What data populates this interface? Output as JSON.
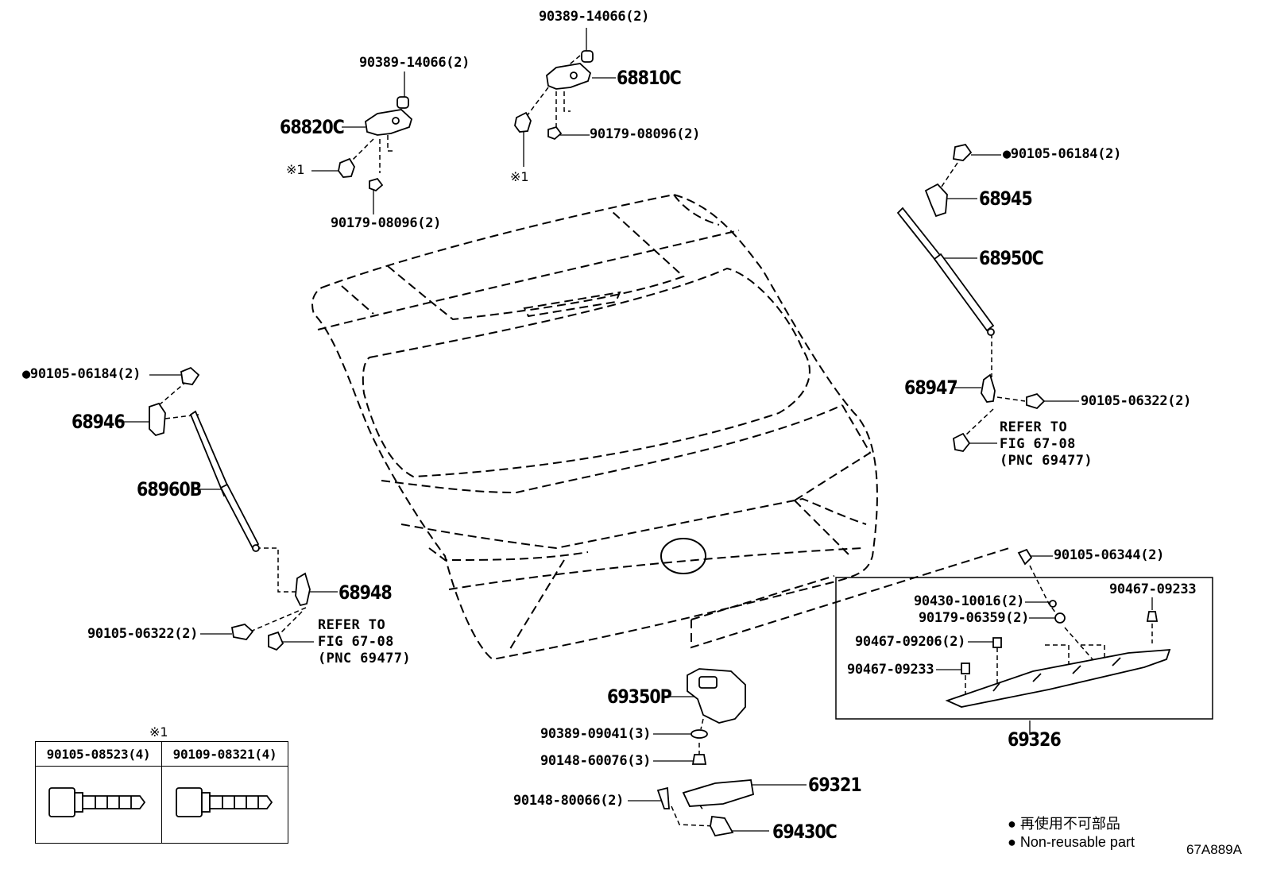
{
  "labels": {
    "nut_hinge_right_top": "90389-14066(2)",
    "nut_hinge_left_top": "90389-14066(2)",
    "hinge_right": "68810C",
    "hinge_left": "68820C",
    "clip_right": "90179-08096(2)",
    "clip_left": "90179-08096(2)",
    "mark_left": "※1",
    "mark_right": "※1",
    "bolt_stay_right_top": "●90105-06184(2)",
    "bracket_68945": "68945",
    "stay_right": "68950C",
    "bracket_68947": "68947",
    "bolt_right_lower": "90105-06322(2)",
    "refer_right": "REFER TO\nFIG 67-08\n(PNC 69477)",
    "bolt_stay_left_top": "●90105-06184(2)",
    "bracket_68946": "68946",
    "stay_left": "68960B",
    "bracket_68948": "68948",
    "bolt_left_lower": "90105-06322(2)",
    "refer_left": "REFER TO\nFIG 67-08\n(PNC 69477)",
    "screw_90105_06344": "90105-06344(2)",
    "clip_90467_09233_top": "90467-09233",
    "nut_90430": "90430-10016(2)",
    "clip_90179_06359": "90179-06359(2)",
    "clip_90467_09206": "90467-09206(2)",
    "clip_90467_09233_left": "90467-09233",
    "garnish_69326": "69326",
    "lock_69350P": "69350P",
    "washer_90389_09041": "90389-09041(3)",
    "bolt_90148_60076": "90148-60076(3)",
    "screw_90148_80066": "90148-80066(2)",
    "switch_69321": "69321",
    "cover_69430C": "69430C"
  },
  "table": {
    "mark": "※1",
    "col1_header": "90105-08523(4)",
    "col2_header": "90109-08321(4)"
  },
  "legend": {
    "line_jp": "● 再使用不可部品",
    "line_en": "● Non-reusable part"
  },
  "figure_id": "67A889A"
}
